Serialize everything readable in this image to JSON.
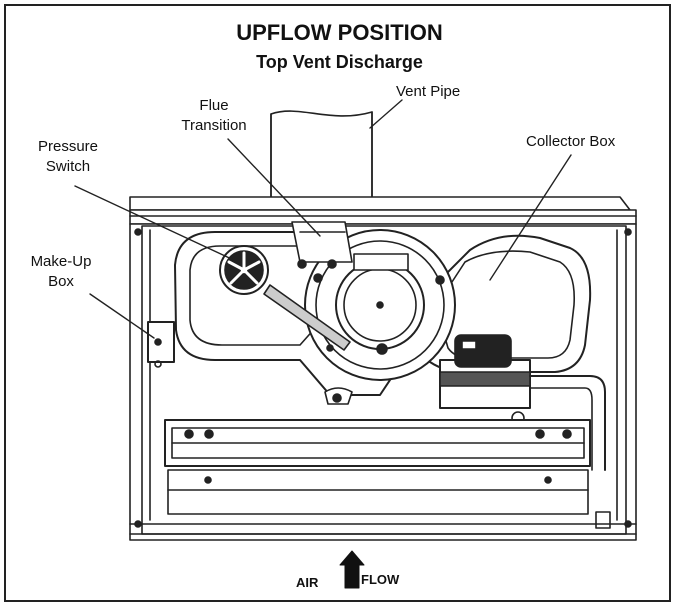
{
  "title": "UPFLOW POSITION",
  "subtitle": "Top Vent Discharge",
  "callouts": {
    "flue_transition": [
      "Flue",
      "Transition"
    ],
    "vent_pipe": "Vent Pipe",
    "pressure_switch": [
      "Pressure",
      "Switch"
    ],
    "collector_box": "Collector Box",
    "make_up_box": [
      "Make-Up",
      "Box"
    ]
  },
  "airflow": {
    "left": "AIR",
    "right": "FLOW"
  }
}
